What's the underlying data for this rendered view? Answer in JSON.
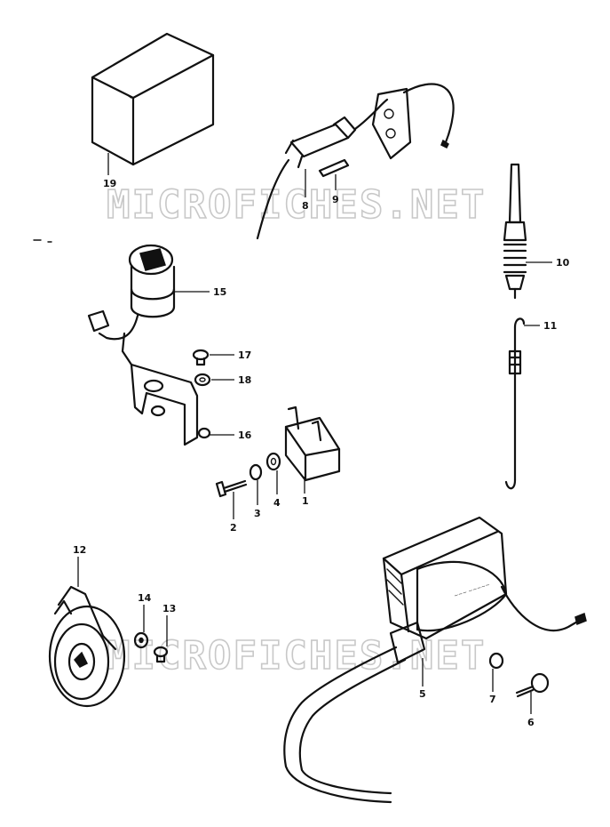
{
  "diagram": {
    "watermark_text": "MICROFICHES.NET",
    "part_numbers": {
      "p1": "1",
      "p2": "2",
      "p3": "3",
      "p4": "4",
      "p5": "5",
      "p6": "6",
      "p7": "7",
      "p8": "8",
      "p9": "9",
      "p10": "10",
      "p11": "11",
      "p12": "12",
      "p13": "13",
      "p14": "14",
      "p15": "15",
      "p16": "16",
      "p17": "17",
      "p18": "18",
      "p19": "19"
    }
  }
}
